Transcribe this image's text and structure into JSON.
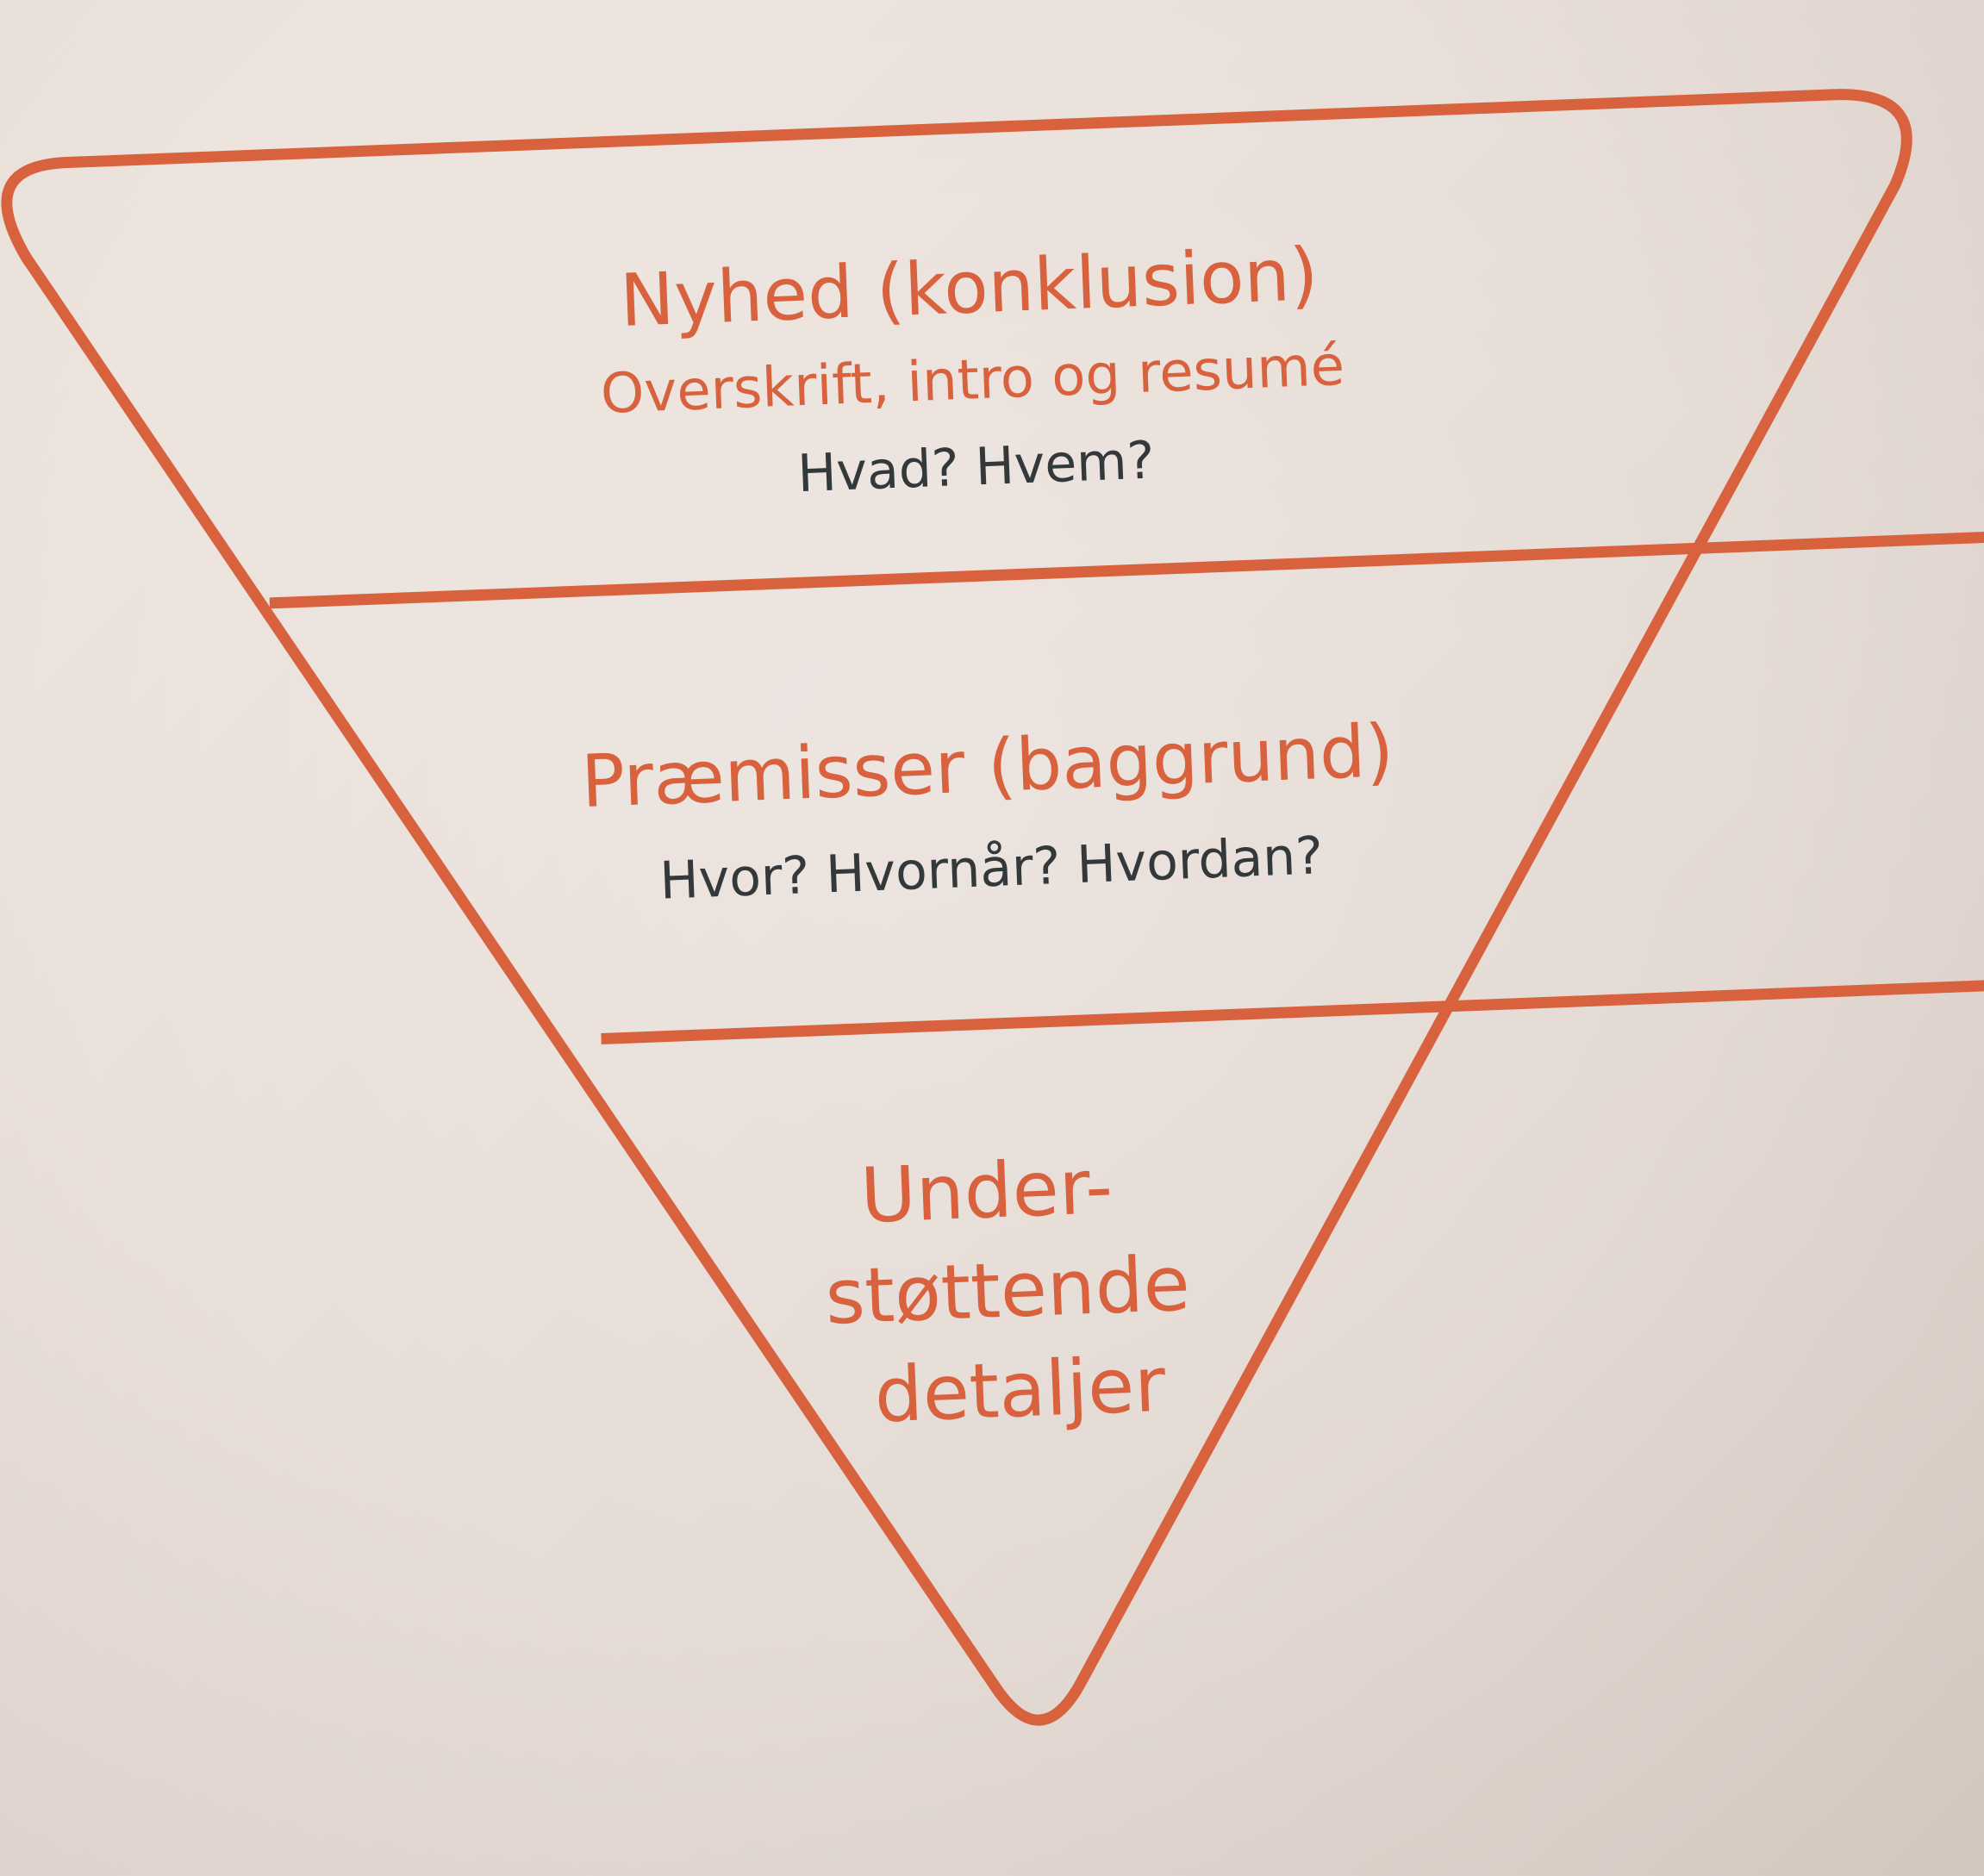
{
  "diagram": {
    "accent_color": "#d9623e",
    "text_dark_color": "#33393a",
    "levels": [
      {
        "heading": "Nyhed (konklusion)",
        "subheading": "Overskrift, intro og resumé",
        "questions": "Hvad? Hvem?"
      },
      {
        "heading": "Præmisser (baggrund)",
        "questions": "Hvor? Hvornår? Hvordan?"
      },
      {
        "heading_lines": [
          "Under-",
          "støttende",
          "detaljer"
        ]
      }
    ]
  }
}
